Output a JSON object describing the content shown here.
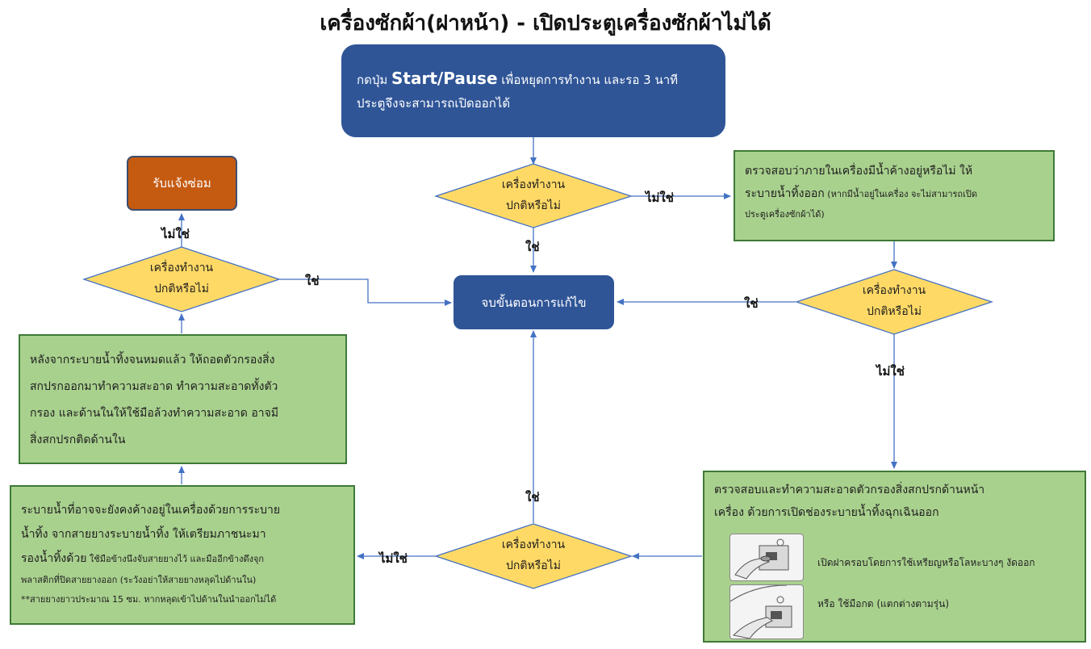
{
  "title": "เครื่องซักผ้า(ฝาหน้า) - เปิดประตูเครื่องซักผ้าไม่ได้",
  "start": {
    "prefix": "กดปุ่ม ",
    "button": "Start/Pause",
    "line1_rest": " เพื่อหยุดการทำงาน และรอ 3 นาที",
    "line2": "ประตูจึงจะสามารถเปิดออกได้"
  },
  "decision_label": {
    "line1": "เครื่องทำงาน",
    "line2": "ปกติหรือไม่"
  },
  "yes": "ใช่",
  "no": "ไม่ใช่",
  "end": "จบขั้นตอนการแก้ไข",
  "repair": "รับแจ้งซ่อม",
  "check_water": {
    "line1": "ตรวจสอบว่าภายในเครื่องมีน้ำค้างอยู่หรือไม่ ให้",
    "line2": "ระบายน้ำทิ้งออก",
    "line2_note": " (หากมีน้ำอยู่ในเครื่อง จะไม่สามารถเปิด",
    "line3": "ประตูเครื่องซักผ้าได้)"
  },
  "clean_filter": {
    "line1": "ตรวจสอบและทำความสะอาดตัวกรองสิ่งสกปรกด้านหน้า",
    "line2": "เครื่อง ด้วยการเปิดช่องระบายน้ำทิ้งฉุกเฉินออก",
    "caption1": "เปิดฝาครอบโดยการใช้เหรียญหรือโลหะบางๆ งัดออก",
    "caption2": "หรือ ใช้มือกด (แตกต่างตามรุ่น)"
  },
  "drain_hose": {
    "line1": "ระบายน้ำที่อาจจะยังคงค้างอยู่ในเครื่องด้วยการระบาย",
    "line2": "น้ำทิ้ง จากสายยางระบายน้ำทิ้ง ให้เตรียมภาชนะมา",
    "line3a": "รองน้ำทิ้งด้วย",
    "line3b": "  ใช้มือข้างนึงจับสายยางไว้ และมืออีกข้างดึงจุก",
    "line4": "พลาสติกที่ปิดสายยางออก (ระวังอย่าให้สายยางหลุดไปด้านใน)",
    "line5": "**สายยางยาวประมาณ 15 ซม. หากหลุดเข้าไปด้านในนำออกไม่ได้"
  },
  "after_drain": {
    "line1": "หลังจากระบายน้ำทิ้งจนหมดแล้ว ให้ถอดตัวกรองสิ่ง",
    "line2": "สกปรกออกมาทำความสะอาด ทำความสะอาดทั้งตัว",
    "line3": "กรอง และด้านในให้ใช้มือล้วงทำความสะอาด อาจมี",
    "line4": "สิ่งสกปรกติดด้านใน"
  },
  "colors": {
    "blue": "#2f5597",
    "green": "#a9d18e",
    "green_border": "#3d7a36",
    "orange": "#c55a11",
    "diamond": "#ffd966",
    "wire": "#4472c4"
  },
  "icons": [
    "coin-pry-cover-illustration",
    "hand-press-cover-illustration"
  ]
}
